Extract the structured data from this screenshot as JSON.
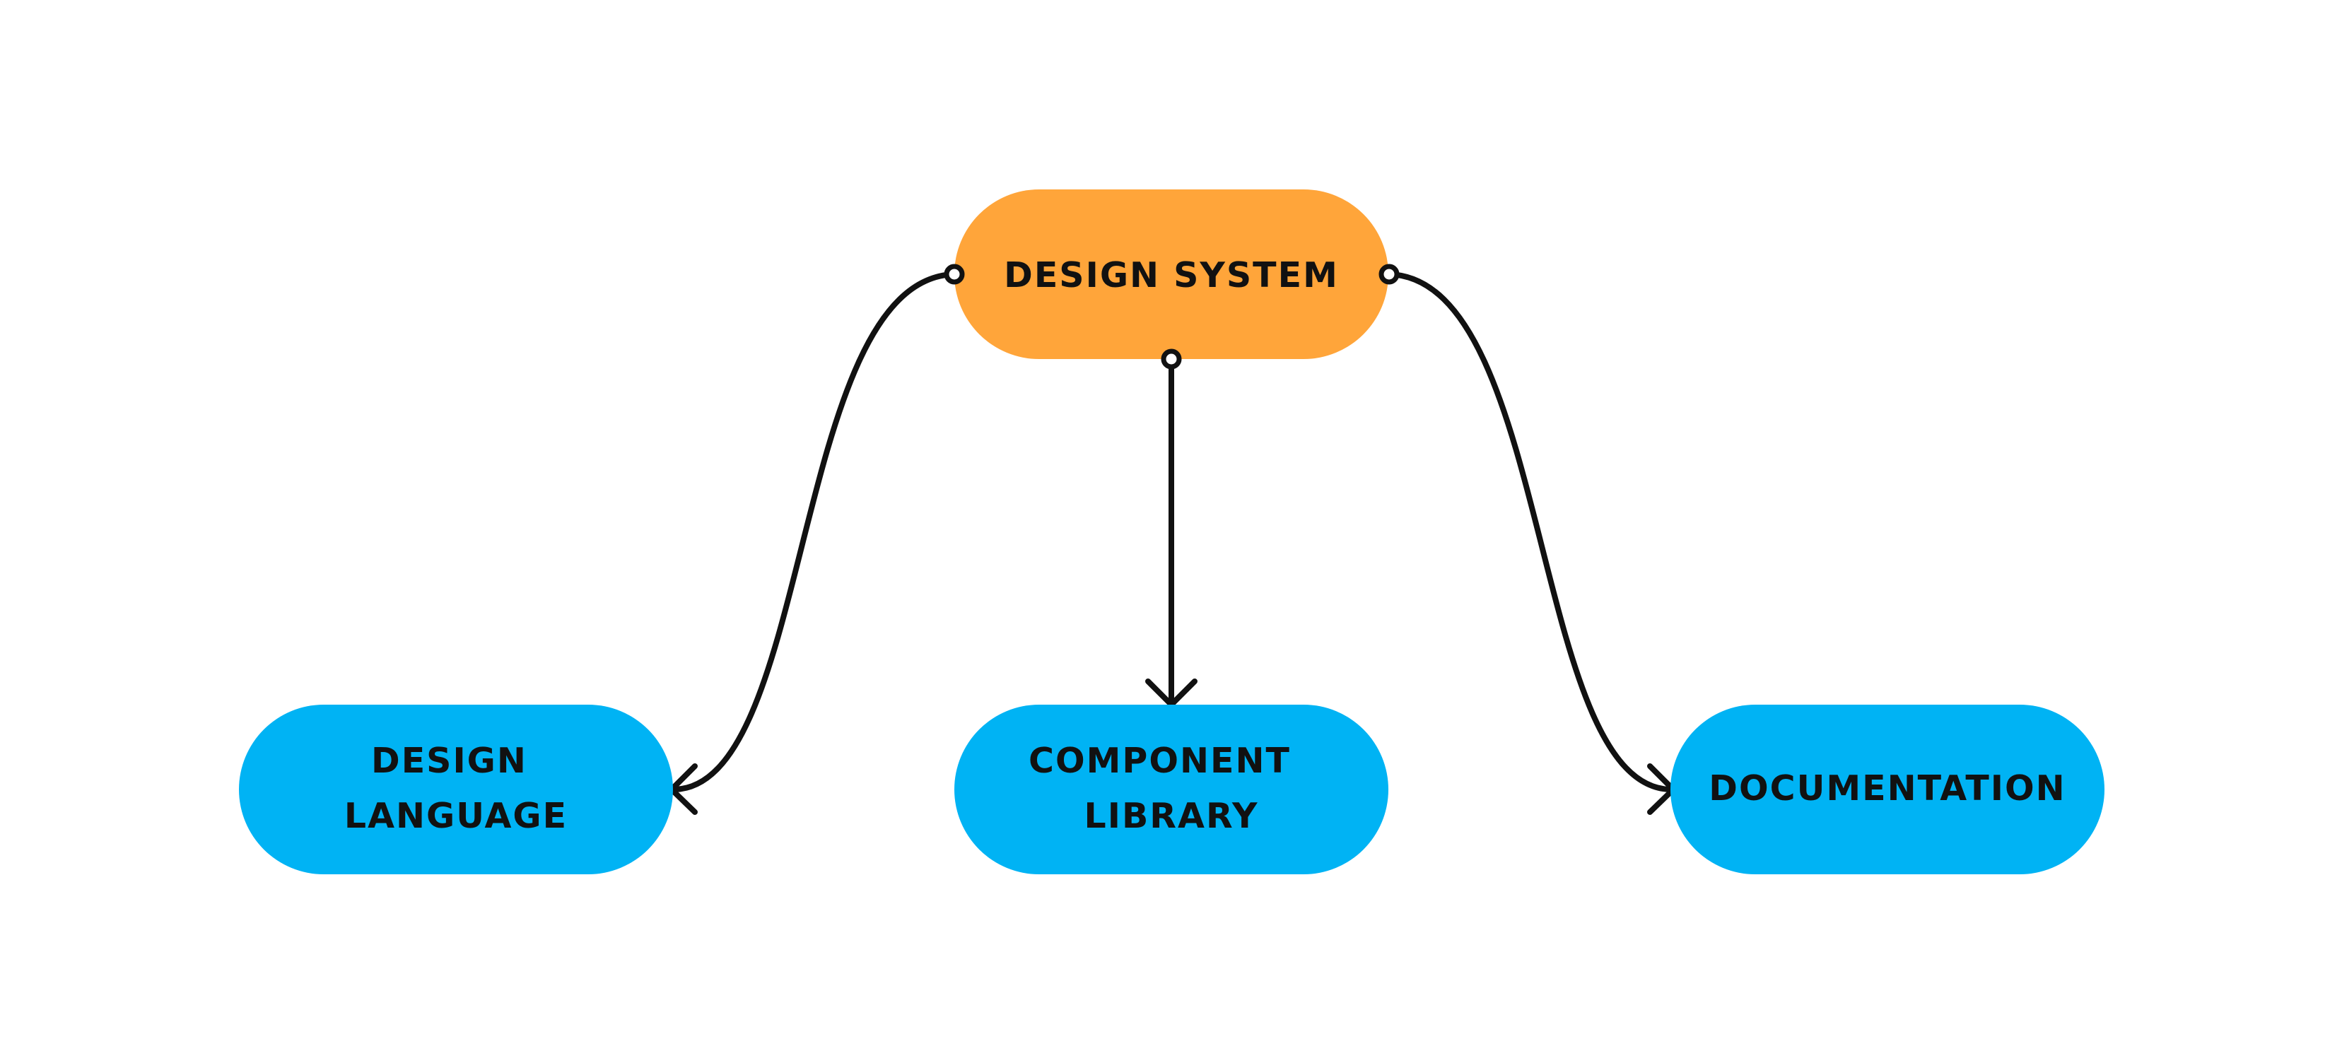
{
  "colors": {
    "root_fill": "#FFA53A",
    "child_fill": "#00B3F4",
    "line": "#111111",
    "background": "#FFFFFF"
  },
  "nodes": {
    "root": {
      "lines": [
        "DESIGN SYSTEM"
      ]
    },
    "design_language": {
      "lines": [
        "DESIGN",
        "LANGUAGE"
      ]
    },
    "component_library": {
      "lines": [
        "COMPONENT",
        "LIBRARY"
      ]
    },
    "documentation": {
      "lines": [
        "DOCUMENTATION"
      ]
    }
  }
}
